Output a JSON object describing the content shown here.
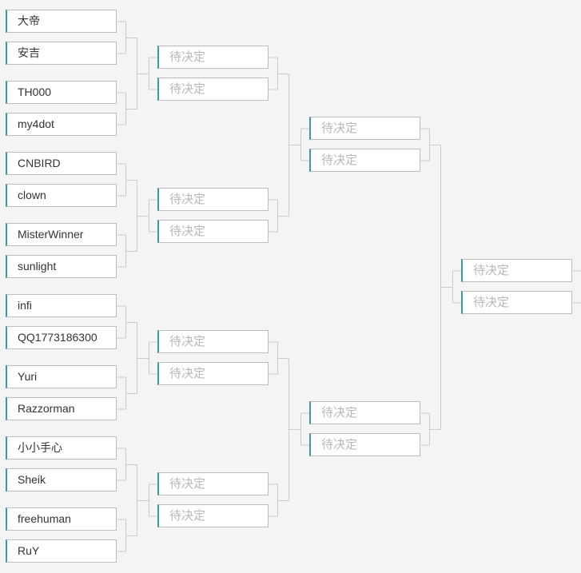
{
  "tournament": {
    "rounds": [
      {
        "slots": [
          "大帝",
          "安吉",
          "TH000",
          "my4dot",
          "CNBIRD",
          "clown",
          "MisterWinner",
          "sunlight",
          "infi",
          "QQ1773186300",
          "Yuri",
          "Razzorman",
          "小小手心",
          "Sheik",
          "freehuman",
          "RuY"
        ]
      },
      {
        "slots": [
          "待决定",
          "待决定",
          "待决定",
          "待决定",
          "待决定",
          "待决定",
          "待决定",
          "待决定"
        ]
      },
      {
        "slots": [
          "待决定",
          "待决定",
          "待决定",
          "待决定"
        ]
      },
      {
        "slots": [
          "待决定",
          "待决定"
        ]
      }
    ]
  },
  "colors": {
    "background": "#f4f4f4",
    "slot_accent": "#3c9aa6",
    "connector": "#cccccc",
    "player_text": "#333333",
    "pending_text": "#b8b8b8"
  }
}
